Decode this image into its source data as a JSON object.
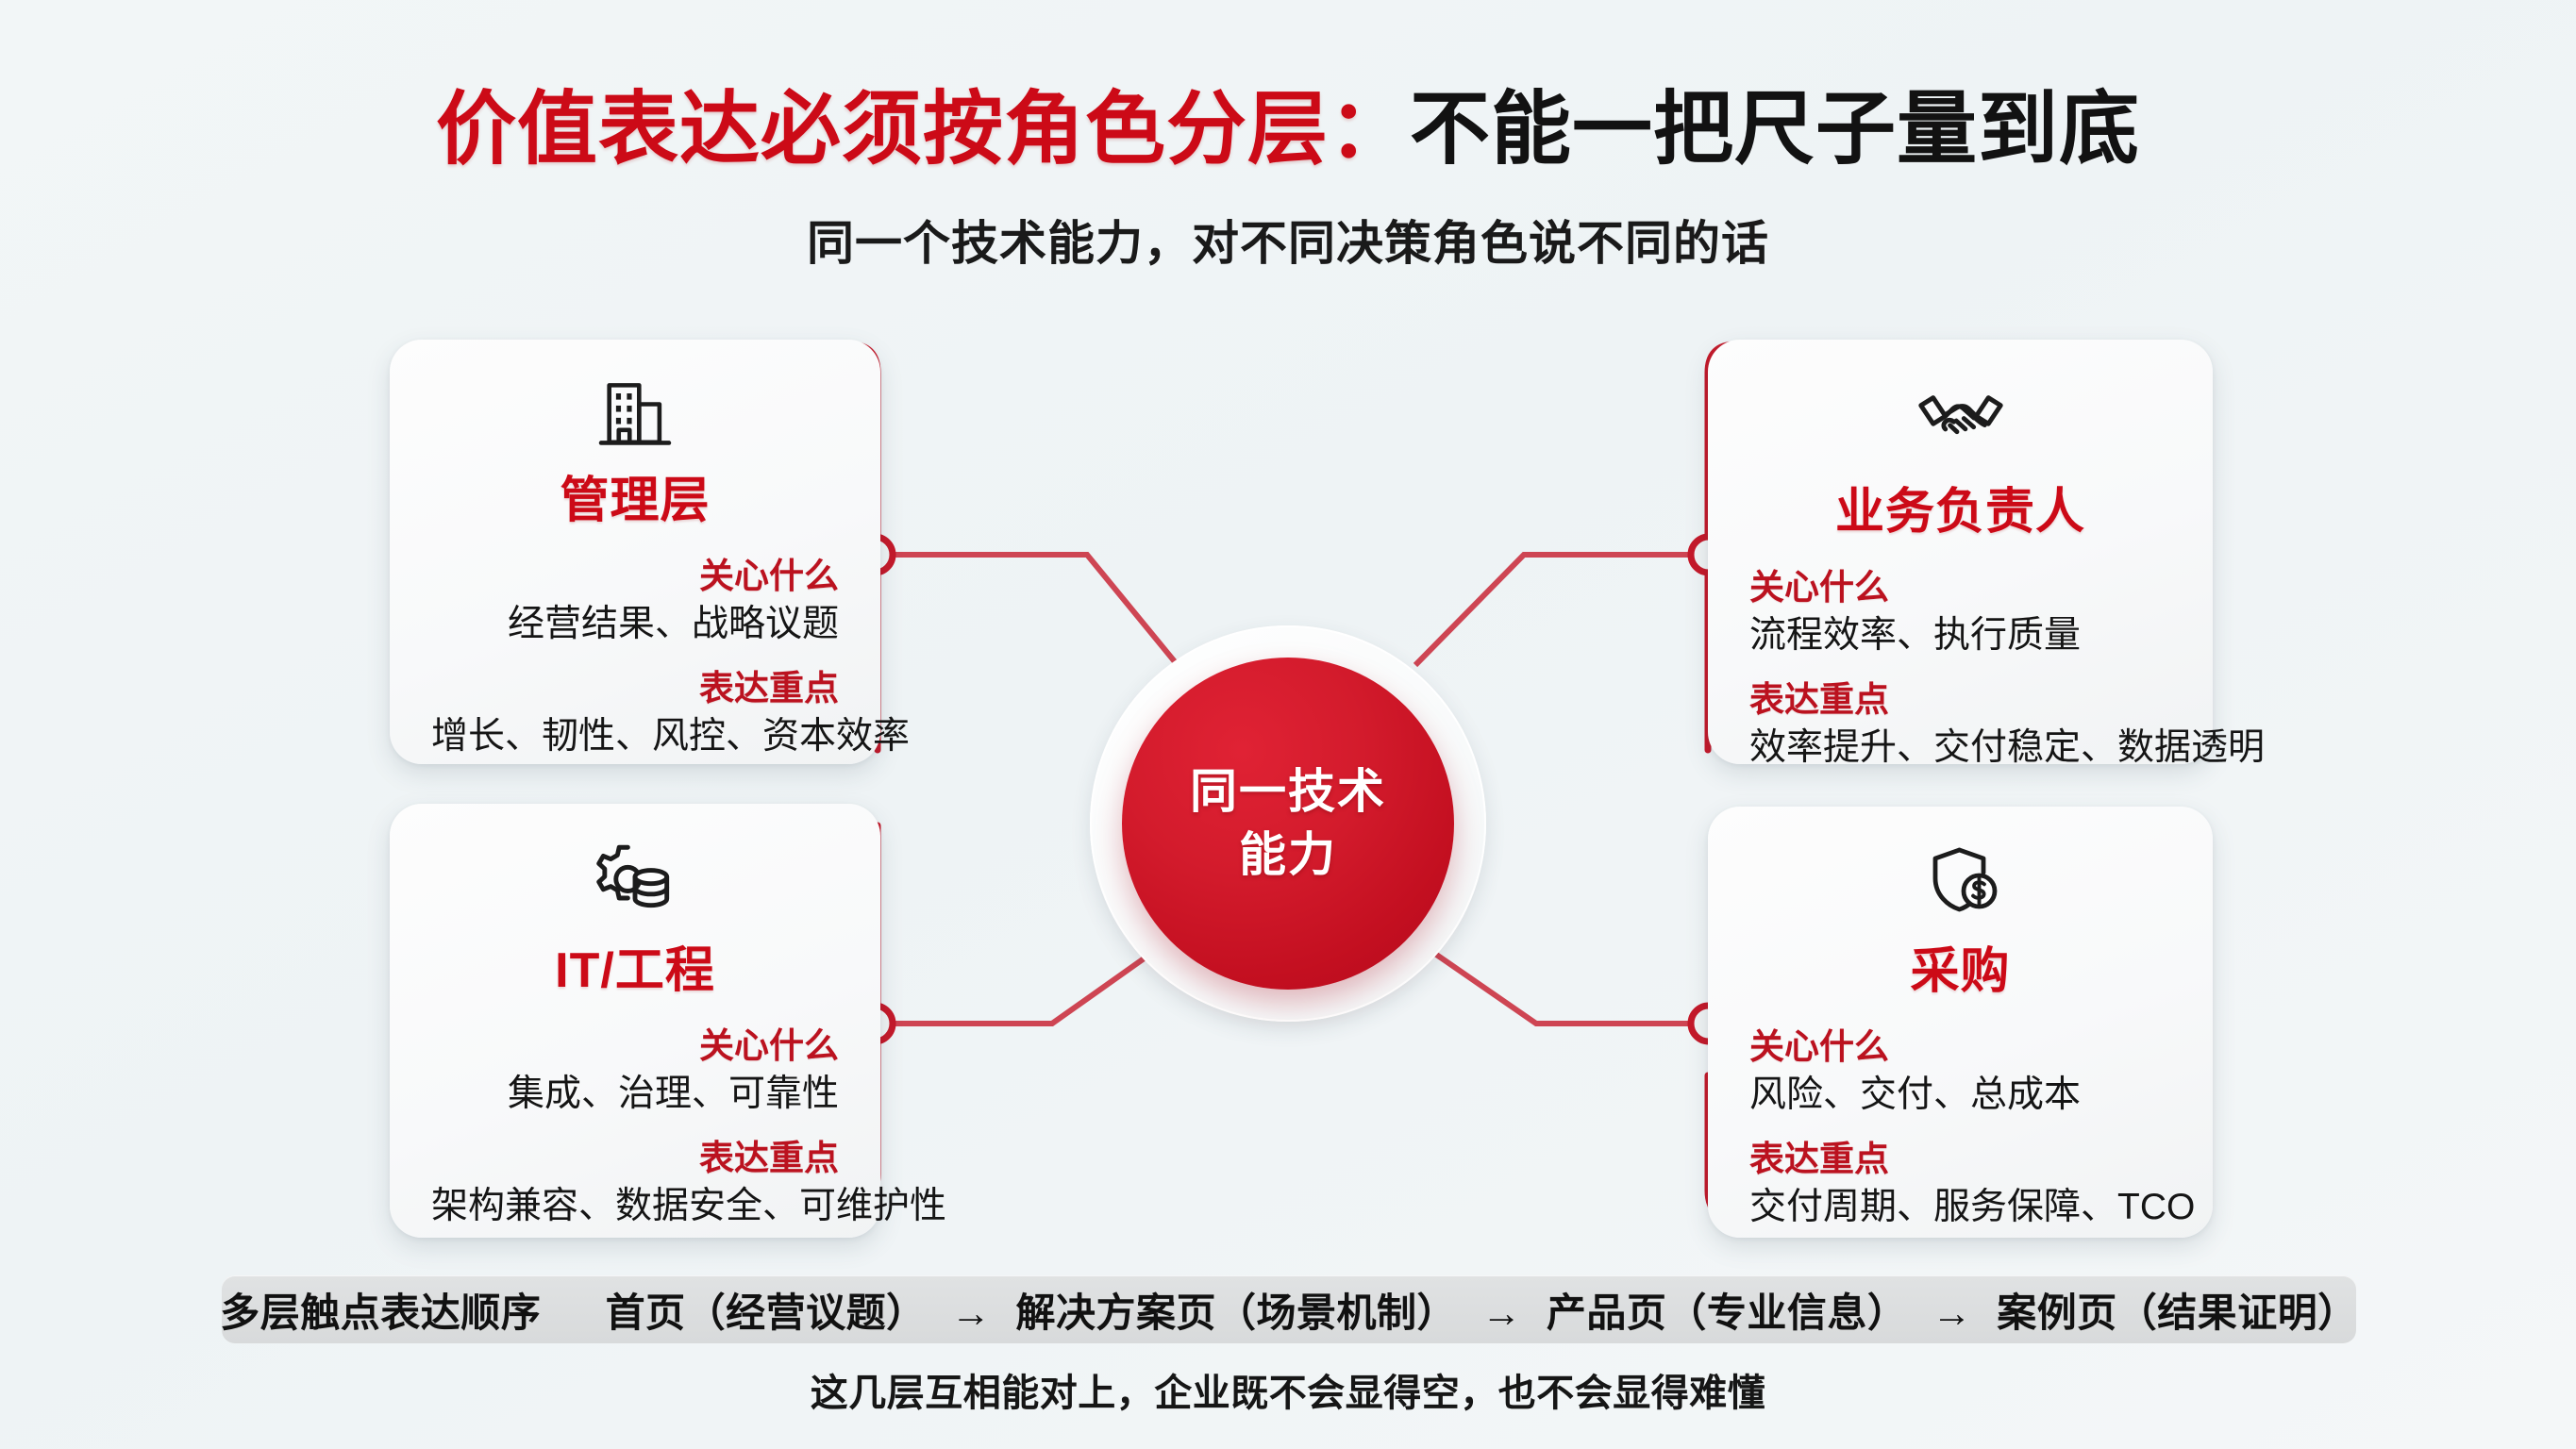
{
  "title": {
    "red_part": "价值表达必须按角色分层：",
    "black_part": "不能一把尺子量到底",
    "subtitle": "同一个技术能力，对不同决策角色说不同的话"
  },
  "hub": {
    "line1": "同一技术",
    "line2": "能力"
  },
  "labels": {
    "care": "关心什么",
    "focus": "表达重点"
  },
  "cards": [
    {
      "id": "management",
      "icon": "office-building-icon",
      "title": "管理层",
      "care_label": "关心什么",
      "care_value": "经营结果、战略议题",
      "focus_label": "表达重点",
      "focus_value": "增长、韧性、风控、资本效率"
    },
    {
      "id": "business-owner",
      "icon": "handshake-icon",
      "title": "业务负责人",
      "care_label": "关心什么",
      "care_value": "流程效率、执行质量",
      "focus_label": "表达重点",
      "focus_value": "效率提升、交付稳定、数据透明"
    },
    {
      "id": "it-engineering",
      "icon": "gear-database-icon",
      "title": "IT/工程",
      "care_label": "关心什么",
      "care_value": "集成、治理、可靠性",
      "focus_label": "表达重点",
      "focus_value": "架构兼容、数据安全、可维护性"
    },
    {
      "id": "procurement",
      "icon": "shield-dollar-icon",
      "title": "采购",
      "care_label": "关心什么",
      "care_value": "风险、交付、总成本",
      "focus_label": "表达重点",
      "focus_value": "交付周期、服务保障、TCO"
    }
  ],
  "flowbar": {
    "lead": "多层触点表达顺序",
    "arrow": "→",
    "steps": [
      "首页（经营议题）",
      "解决方案页（场景机制）",
      "产品页（专业信息）",
      "案例页（结果证明）"
    ]
  },
  "footnote": "这几层互相能对上，企业既不会显得空，也不会显得难懂",
  "colors": {
    "brand_red": "#cc0a17",
    "label_red": "#bb121f",
    "hub_red": "#d31b2c",
    "wire_red": "#c5192a",
    "background": "#eff4f6",
    "card_bg": "#fafbfb",
    "bar_bg": "#d8dadb",
    "text_dark": "#151515"
  }
}
